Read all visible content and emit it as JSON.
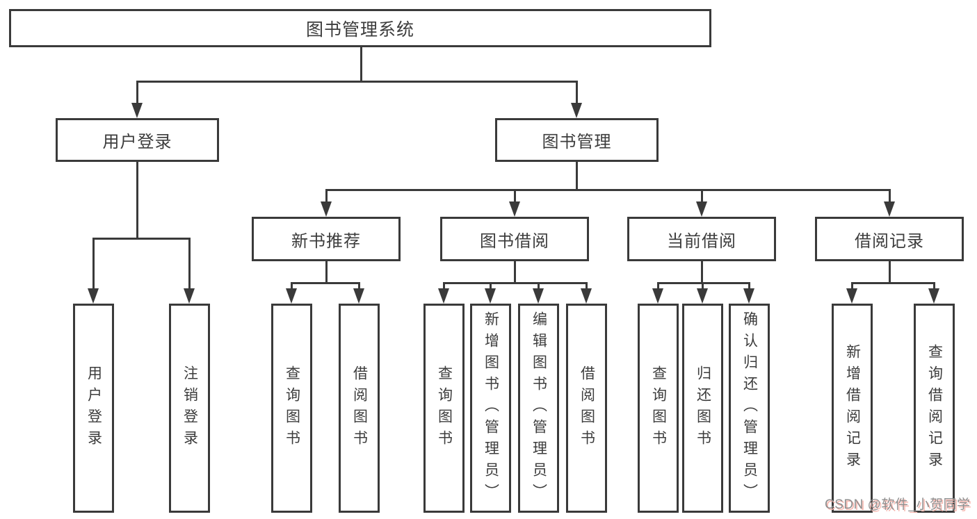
{
  "diagram": {
    "root": "图书管理系统",
    "level2": {
      "user_login": "用户登录",
      "book_mgmt": "图书管理"
    },
    "level3": {
      "new_book_rec": "新书推荐",
      "book_borrow": "图书借阅",
      "current_borrow": "当前借阅",
      "borrow_records": "借阅记录"
    },
    "leaves": {
      "user_login": [
        "用户登录",
        "注销登录"
      ],
      "new_book_rec": [
        "查询图书",
        "借阅图书"
      ],
      "book_borrow": [
        "查询图书",
        "新增图书（管理员）",
        "编辑图书（管理员）",
        "借阅图书"
      ],
      "current_borrow": [
        "查询图书",
        "归还图书",
        "确认归还（管理员）"
      ],
      "borrow_records": [
        "新增借阅记录",
        "查询借阅记录"
      ]
    }
  },
  "watermark": {
    "text": "CSDN @软件_小贺同学"
  },
  "colors": {
    "line": "#3a3a3a",
    "text": "#3c3c3c",
    "background": "#ffffff",
    "watermark_text": "#8f8f8f",
    "watermark_shadow": "#f6b6ae"
  }
}
